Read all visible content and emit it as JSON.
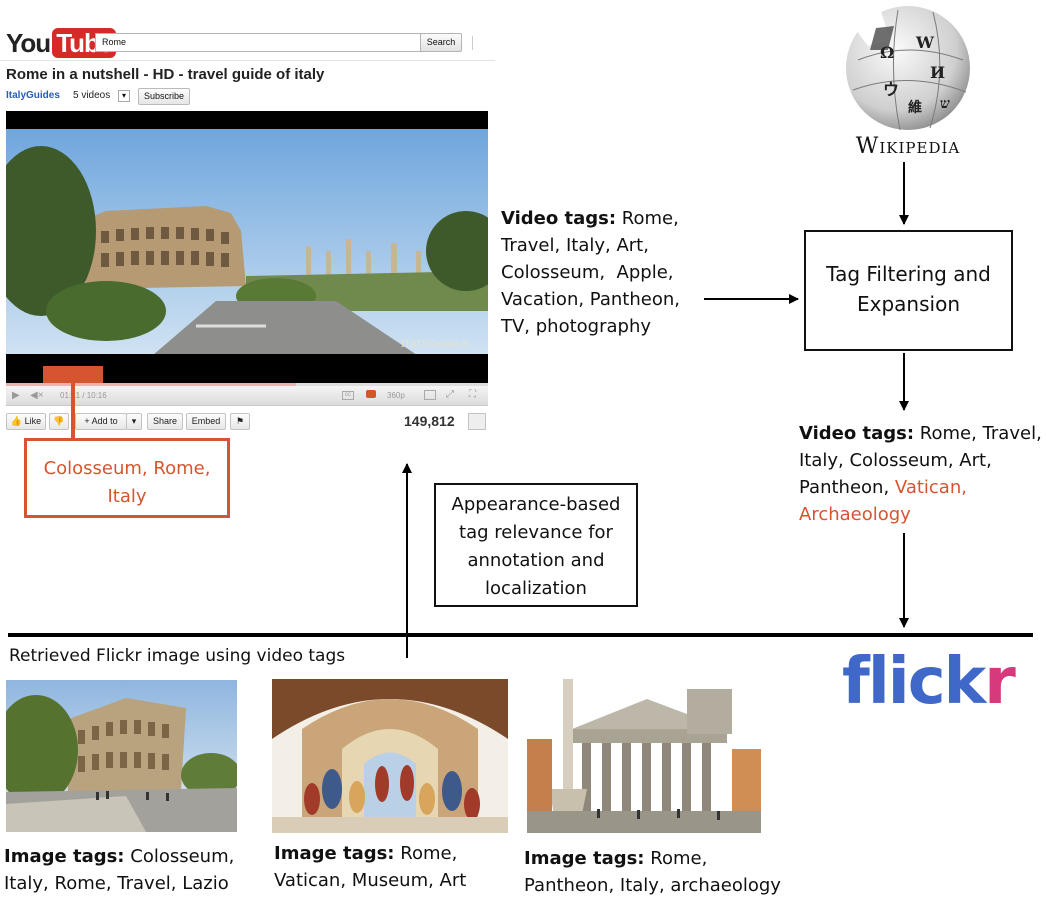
{
  "youtube": {
    "logo_you": "You",
    "logo_tube": "Tube",
    "search_value": "Rome",
    "search_button": "Search",
    "title": "Rome in a nutshell - HD - travel guide of italy",
    "channel": "ItalyGuides",
    "videos": "5 videos",
    "subscribe": "Subscribe",
    "time": "01:21 / 10:16",
    "quality": "360p",
    "like": "Like",
    "add_to": "Add to",
    "share": "Share",
    "embed": "Embed",
    "views": "149,812",
    "watermark": "ITALYGuides.it"
  },
  "callout": {
    "line1": "Colosseum, Rome,",
    "line2": "Italy"
  },
  "video_tags_input": {
    "label": "Video tags:",
    "line1": "Rome,",
    "line2": "Travel, Italy, Art,",
    "line3": "Colosseum,  Apple,",
    "line4": "Vacation, Pantheon,",
    "line5": "TV, photography"
  },
  "filter_box": {
    "line1": "Tag Filtering and",
    "line2": "Expansion"
  },
  "wikipedia": {
    "wordmark": "Wikipedia",
    "glyphs": [
      "Ω",
      "W",
      "И",
      "ウ",
      "維",
      "ש"
    ]
  },
  "video_tags_output": {
    "label": "Video tags:",
    "line1_rest": "Rome, Travel,",
    "line2": "Italy, Colosseum, Art,",
    "line3_black": "Pantheon,",
    "line3_red": "Vatican,",
    "line4_red": "Archaeology"
  },
  "relevance_box": {
    "line1": "Appearance-based",
    "line2": "tag relevance for",
    "line3": "annotation and",
    "line4": "localization"
  },
  "retrieved_label": "Retrieved Flickr image using video tags",
  "flickr_logo": {
    "blue": "flick",
    "pink": "r"
  },
  "images": [
    {
      "label": "Image tags:",
      "line1": "Colosseum,",
      "line2": "Italy, Rome, Travel, Lazio"
    },
    {
      "label": "Image tags:",
      "line1": "Rome,",
      "line2": "Vatican, Museum, Art"
    },
    {
      "label": "Image tags:",
      "line1": "Rome,",
      "line2": "Pantheon, Italy, archaeology"
    }
  ],
  "colors": {
    "accent": "#d5552f",
    "flickr_blue": "#3f68c9",
    "flickr_pink": "#d63a7d",
    "youtube_red": "#d42b27"
  }
}
